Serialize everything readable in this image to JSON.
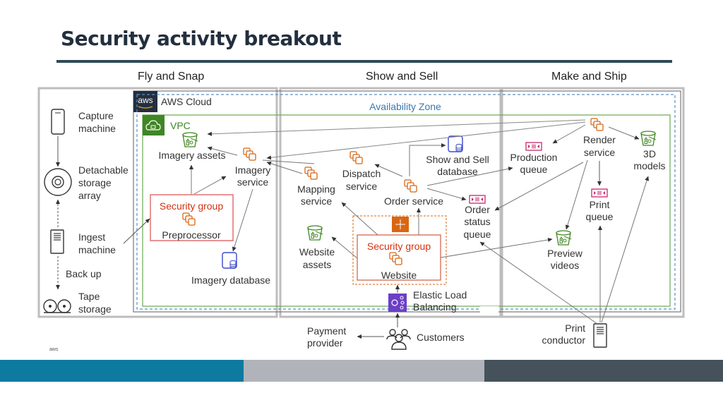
{
  "page": {
    "title": "Security activity breakout",
    "footer_tag": "aws"
  },
  "sections": [
    {
      "label": "Fly and Snap"
    },
    {
      "label": "Show and Sell"
    },
    {
      "label": "Make and Ship"
    }
  ],
  "containers": {
    "aws_cloud": "AWS Cloud",
    "aws_logo": "aws",
    "availability_zone": "Availability Zone",
    "vpc": "VPC",
    "security_group_label": "Security group"
  },
  "on_premises": {
    "capture_machine": [
      "Capture",
      "machine"
    ],
    "detachable_storage": [
      "Detachable",
      "storage",
      "array"
    ],
    "ingest_machine": [
      "Ingest",
      "machine"
    ],
    "back_up": "Back up",
    "tape_storage": [
      "Tape",
      "storage"
    ]
  },
  "fly_and_snap": {
    "imagery_assets": "Imagery assets",
    "imagery_service": [
      "Imagery",
      "service"
    ],
    "preprocessor": "Preprocessor",
    "imagery_database": "Imagery database"
  },
  "show_and_sell": {
    "show_sell_database": [
      "Show and Sell",
      "database"
    ],
    "dispatch_service": [
      "Dispatch",
      "service"
    ],
    "mapping_service": [
      "Mapping",
      "service"
    ],
    "order_service": "Order service",
    "order_status_queue": [
      "Order",
      "status",
      "queue"
    ],
    "website_assets": [
      "Website",
      "assets"
    ],
    "website": "Website",
    "elastic_load_balancing": [
      "Elastic Load",
      "Balancing"
    ],
    "payment_provider": [
      "Payment",
      "provider"
    ],
    "customers": "Customers"
  },
  "make_and_ship": {
    "render_service": [
      "Render",
      "service"
    ],
    "production_queue": [
      "Production",
      "queue"
    ],
    "models_3d": [
      "3D",
      "models"
    ],
    "print_queue": [
      "Print",
      "queue"
    ],
    "preview_videos": [
      "Preview",
      "videos"
    ],
    "print_conductor": [
      "Print",
      "conductor"
    ]
  },
  "colors": {
    "title": "#232f3e",
    "rule": "#2e4a57",
    "vpc_green": "#3f8624",
    "az_blue": "#3b78b0",
    "security_red": "#d13212",
    "compute_orange": "#d86613",
    "database_blue": "#3b48cc",
    "queue_pink": "#c7296c",
    "elb_purple": "#6b3fc7",
    "footer_teal": "#0e7aa0",
    "footer_gray": "#b0b4ba",
    "footer_dark": "#45525b"
  }
}
